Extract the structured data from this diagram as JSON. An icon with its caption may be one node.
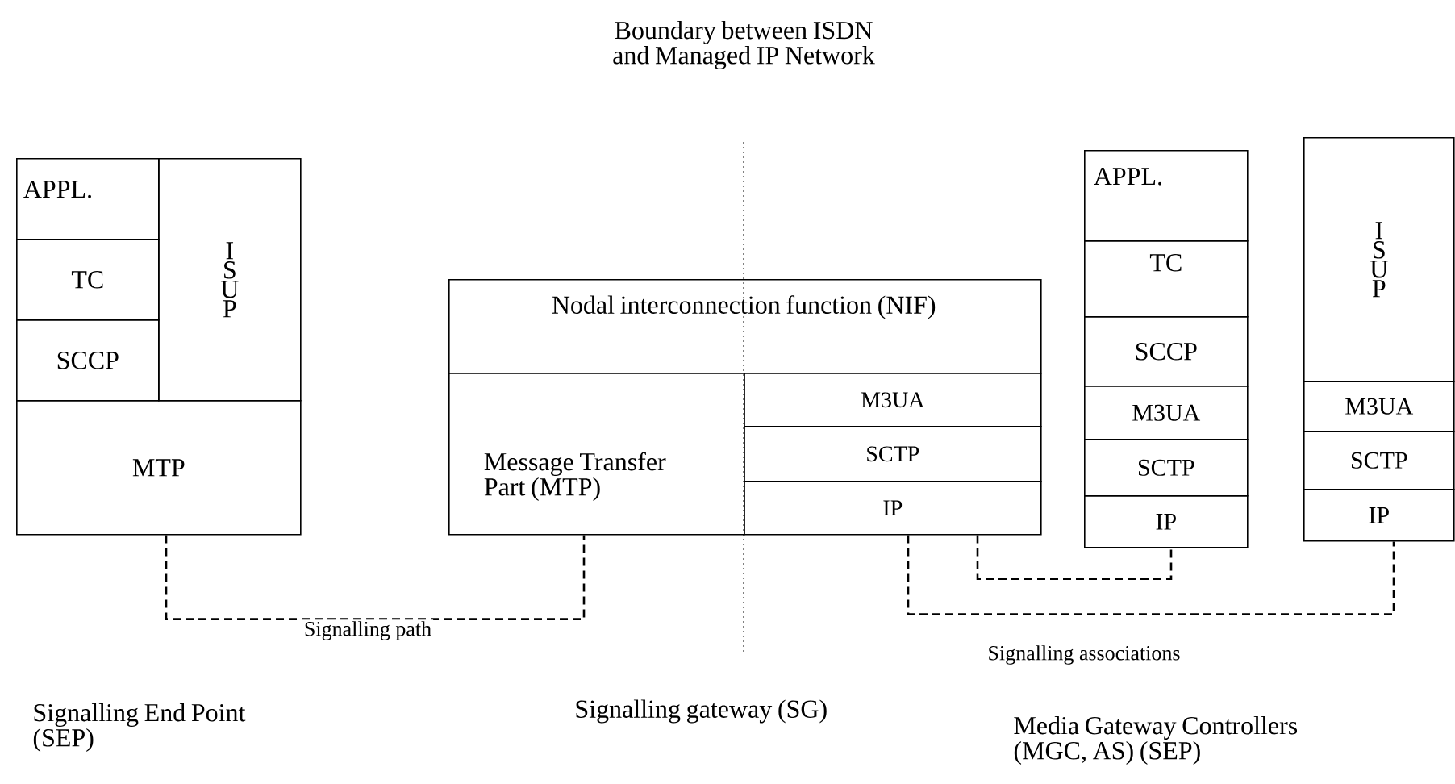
{
  "diagram": {
    "nodes": [
      {
        "text": [
          "APPL."
        ]
      },
      {
        "text": [
          "TC"
        ]
      },
      {
        "text": [
          "SCCP"
        ]
      },
      {
        "text": [
          "I S U P"
        ]
      },
      {
        "text": [
          "MTP"
        ]
      },
      {
        "text": [
          "Nodal interconnection function (NIF)"
        ]
      },
      {
        "text": [
          "Message Transfer Part (MTP)"
        ]
      },
      {
        "text": [
          "M3UA"
        ]
      },
      {
        "text": [
          "SCTP"
        ]
      },
      {
        "text": [
          "IP"
        ]
      },
      {
        "text": [
          "APPL."
        ]
      },
      {
        "text": [
          "TC"
        ]
      },
      {
        "text": [
          "SCCP"
        ]
      },
      {
        "text": [
          "M3UA"
        ]
      },
      {
        "text": [
          "SCTP"
        ]
      },
      {
        "text": [
          "IP"
        ]
      },
      {
        "text": [
          "I S U P"
        ]
      },
      {
        "text": [
          "M3UA"
        ]
      },
      {
        "text": [
          "SCTP"
        ]
      },
      {
        "text": [
          "IP"
        ]
      }
    ],
    "edges": [
      {
        "from": 4,
        "to": 6,
        "arrow": "none",
        "style": "dashed",
        "label": "Signalling path"
      },
      {
        "from": 9,
        "to": 15,
        "arrow": "none",
        "style": "dashed"
      },
      {
        "from": 9,
        "to": 19,
        "arrow": "none",
        "style": "dashed",
        "label": "Signalling associations"
      }
    ],
    "labels": [
      "Boundary between ISDN and Managed IP Network",
      "Signalling End Point (SEP)",
      "Signalling gateway (SG)",
      "Media Gateway Controllers (MGC, AS) (SEP)"
    ]
  }
}
